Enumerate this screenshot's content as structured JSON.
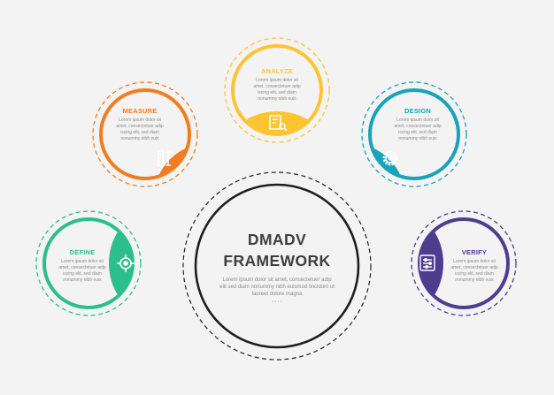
{
  "center": {
    "title_line1": "DMADV",
    "title_line2": "FRAMEWORK",
    "body": [
      "Lorem ipsum dolor sit amet, consectetuer adip",
      "elit sed diam nonummy nibh euismod tincidunt ut",
      "laoreet dolore magna"
    ],
    "dots": "• • • •"
  },
  "steps": [
    {
      "title": "DEFINE",
      "color": "#2dbe8e",
      "icon": "crosshair-target-icon",
      "body": [
        "Lorem ipsum dolor sit",
        "amet, consectetuer adip",
        "iscing elit, sed diam",
        "nonummy nibh euis"
      ]
    },
    {
      "title": "MEASURE",
      "color": "#f17d21",
      "icon": "ruler-measure-icon",
      "body": [
        "Lorem ipsum dolor sit",
        "amet, consectetuer adip",
        "iscing elit, sed diam",
        "nonummy nibh euis"
      ]
    },
    {
      "title": "ANALYZE",
      "color": "#fbc531",
      "icon": "document-analysis-icon",
      "body": [
        "Lorem ipsum dolor sit",
        "amet, consectetuer adip",
        "iscing elit, sed diam",
        "nonummy nibh euis"
      ]
    },
    {
      "title": "DESIGN",
      "color": "#18a3b8",
      "icon": "gear-icon",
      "body": [
        "Lorem ipsum dolor sit",
        "amet, consectetuer adip",
        "iscing elit, sed diam",
        "nonummy nibh euis"
      ]
    },
    {
      "title": "VERIFY",
      "color": "#4e3d8f",
      "icon": "settings-sliders-icon",
      "body": [
        "Lorem ipsum dolor sit",
        "amet, consectetuer adip",
        "iscing elit, sed diam",
        "nonummy nibh euis"
      ]
    }
  ]
}
